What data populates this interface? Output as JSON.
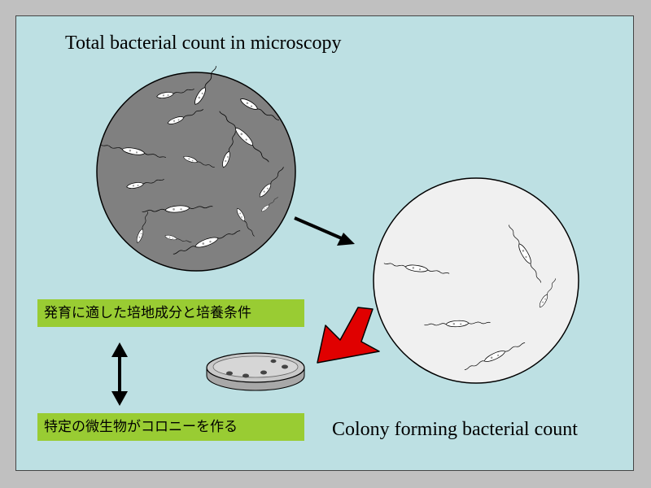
{
  "titles": {
    "microscopy": "Total bacterial count in microscopy",
    "colony": "Colony forming bacterial count"
  },
  "labels": {
    "growth_conditions": "発育に適した培地成分と培養条件",
    "specific_colony": "特定の微生物がコロニーを作る"
  },
  "colors": {
    "background": "#c0c0c0",
    "slide": "#bde0e3",
    "dark_field": "#808080",
    "light_field": "#f0f0f0",
    "label_box": "#99cc33",
    "red_arrow": "#e00000"
  },
  "icons": [
    "microscope-field-dark-icon",
    "microscope-field-light-icon",
    "petri-dish-icon",
    "black-arrow-icon",
    "red-arrow-icon",
    "double-arrow-icon"
  ]
}
